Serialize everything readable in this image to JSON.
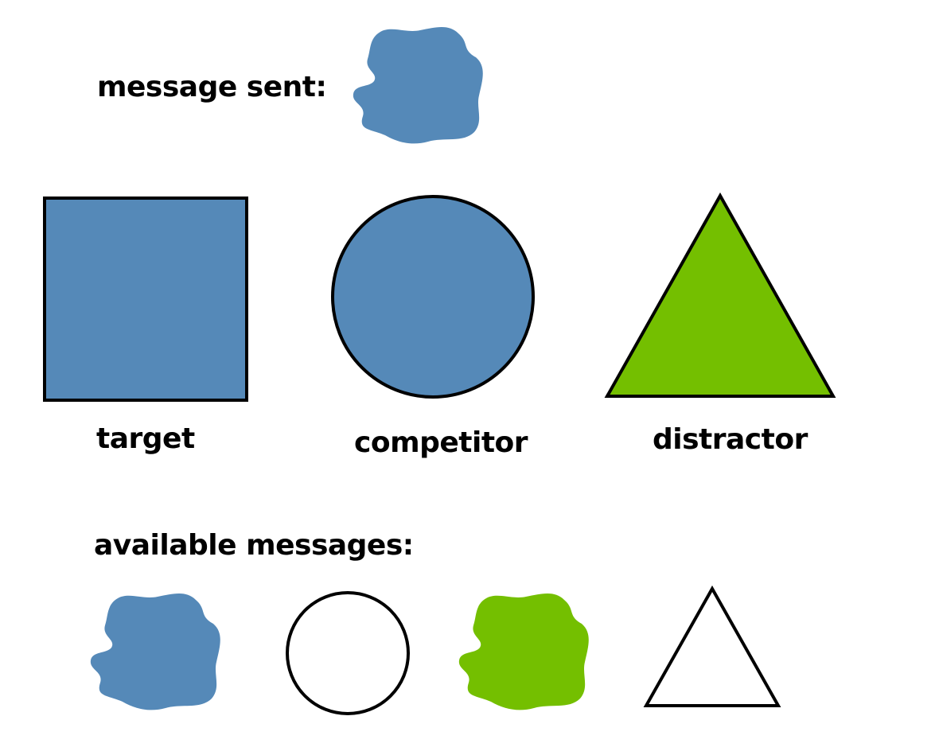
{
  "message_sent": {
    "label": "message sent:",
    "shape": "blob",
    "color": "#5589b8"
  },
  "objects": [
    {
      "shape": "square",
      "color": "#5589b8",
      "label": "target"
    },
    {
      "shape": "circle",
      "color": "#5589b8",
      "label": "competitor"
    },
    {
      "shape": "triangle",
      "color": "#74bf00",
      "label": "distractor"
    }
  ],
  "available_messages": {
    "label": "available messages:",
    "items": [
      {
        "shape": "blob",
        "color": "#5589b8"
      },
      {
        "shape": "circle",
        "color": "none"
      },
      {
        "shape": "blob",
        "color": "#74bf00"
      },
      {
        "shape": "triangle",
        "color": "none"
      }
    ]
  }
}
